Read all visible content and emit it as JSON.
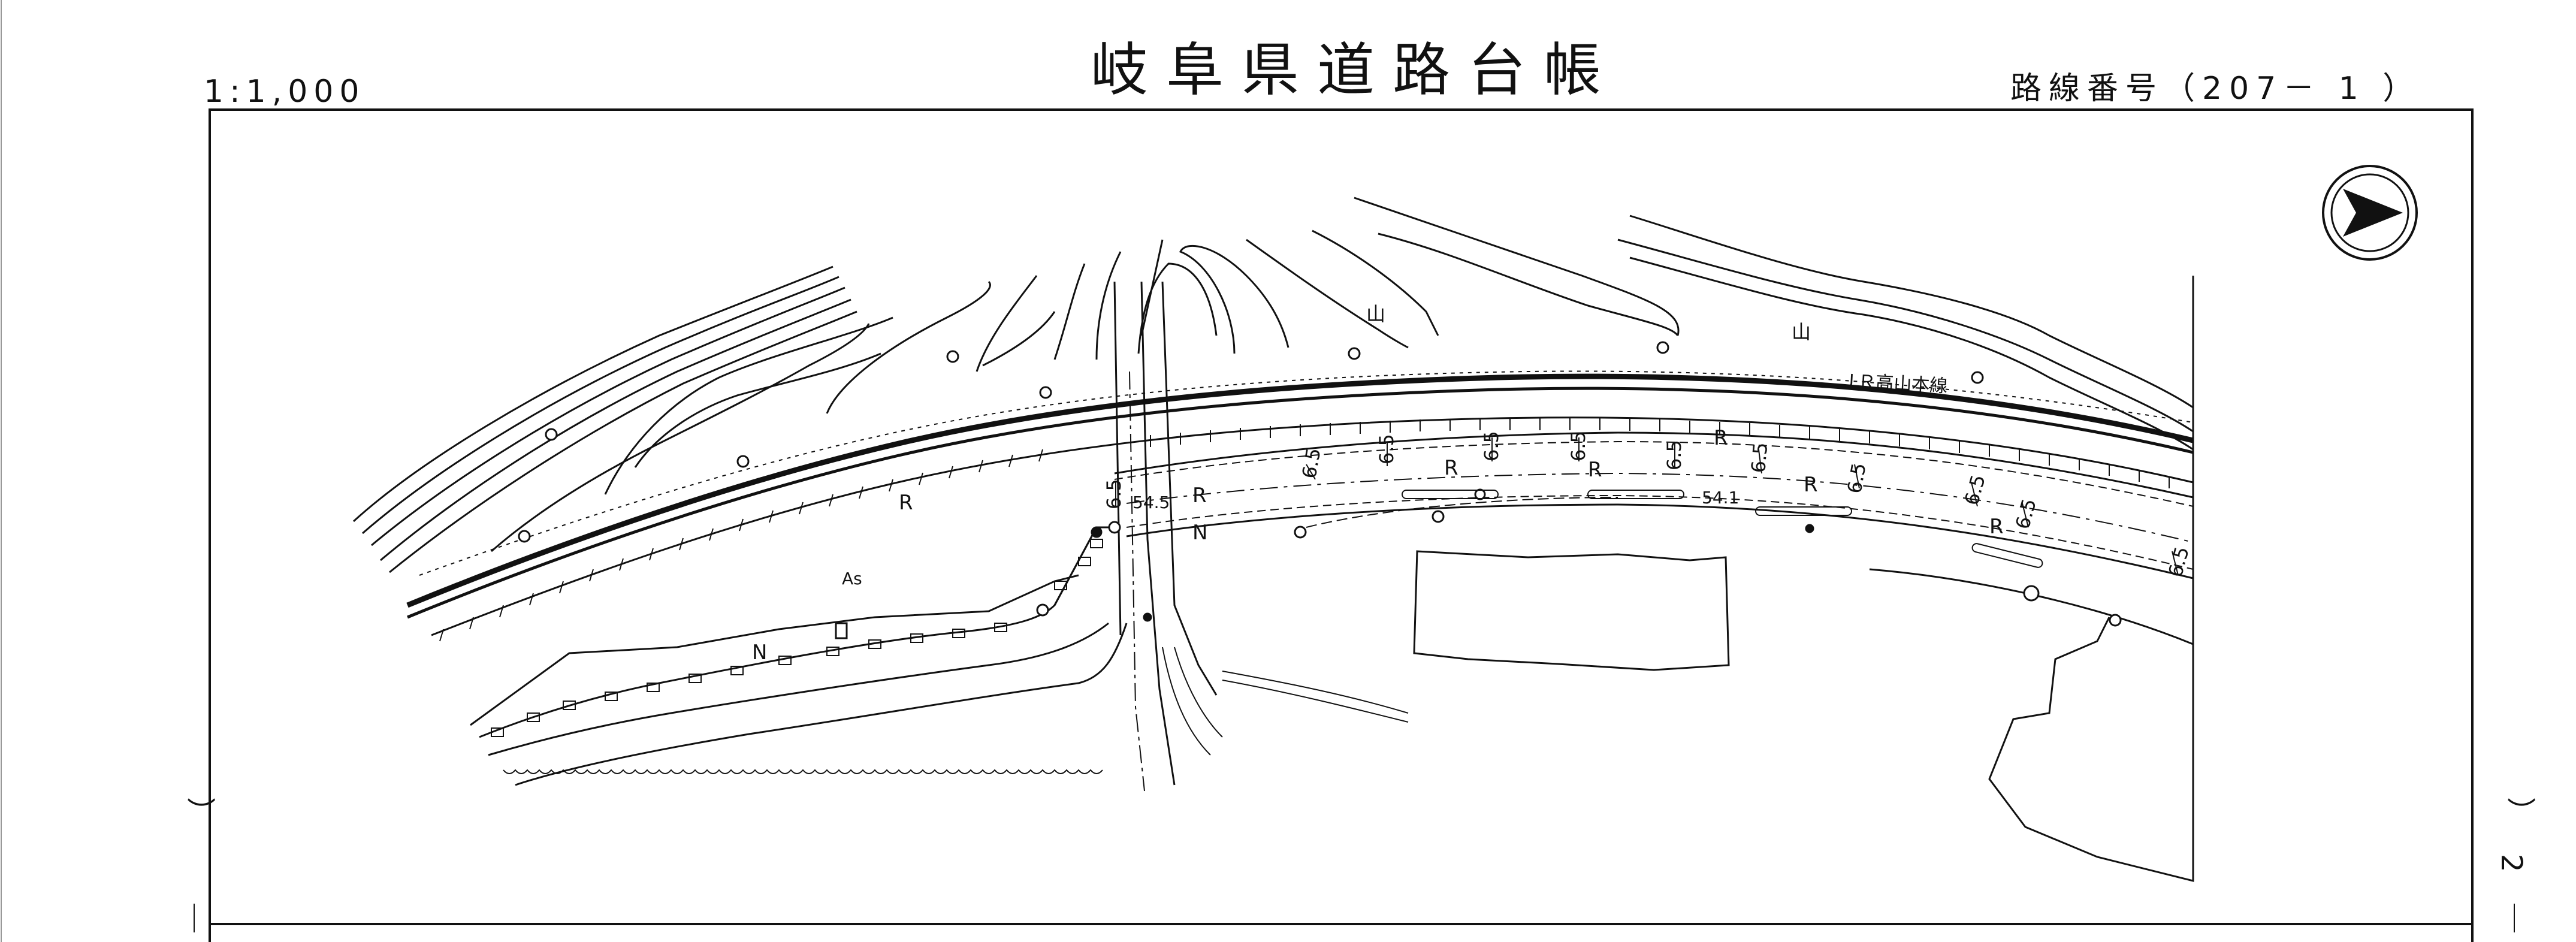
{
  "header": {
    "scale": "1:1,000",
    "title": "岐阜県道路台帳",
    "route_number": "路線番号（207－ 1 ）"
  },
  "margin_marks": {
    "left": [
      "）",
      "｜"
    ],
    "right": [
      "）",
      "2",
      "｜"
    ]
  },
  "map_labels": {
    "railway": "ＪＲ高山本線",
    "mountain_symbol": "山",
    "pavement": "As",
    "road_marks": [
      "R",
      "N",
      "6.5",
      "54.5",
      "54.1"
    ]
  },
  "icons": {
    "north_arrow": "north-arrow-icon"
  },
  "colors": {
    "ink": "#111111",
    "paper": "#ffffff"
  }
}
